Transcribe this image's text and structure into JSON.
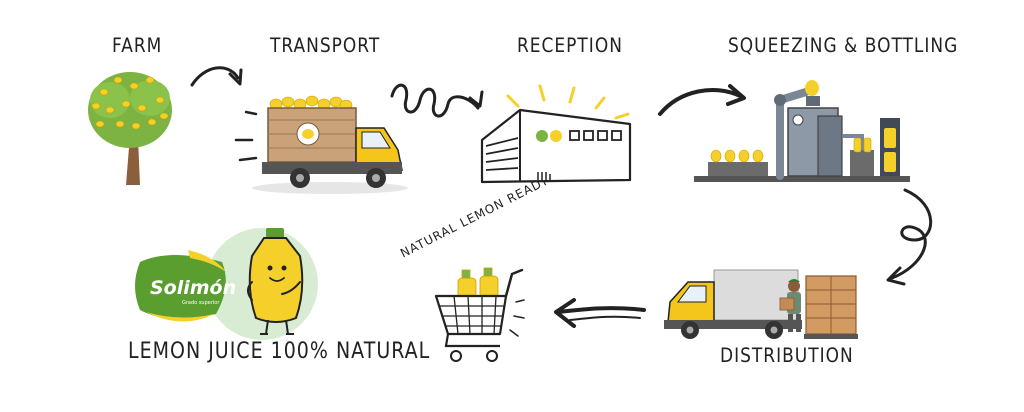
{
  "steps": {
    "farm": "FARM",
    "transport": "TRANSPORT",
    "reception": "RECEPTION",
    "squeezing": "SQUEEZING & BOTTLING",
    "distribution": "DISTRIBUTION",
    "ready": "NATURAL LEMON READY TO USE",
    "product": "LEMON JUICE 100% NATURAL"
  },
  "brand": {
    "name": "Solimón",
    "tagline": "Grado superior"
  },
  "colors": {
    "lemon": "#f5d02a",
    "leaf": "#7cb342",
    "truck": "#f4c51b",
    "brand_green": "#5a9e2f",
    "bubble": "#d8ecd3"
  }
}
